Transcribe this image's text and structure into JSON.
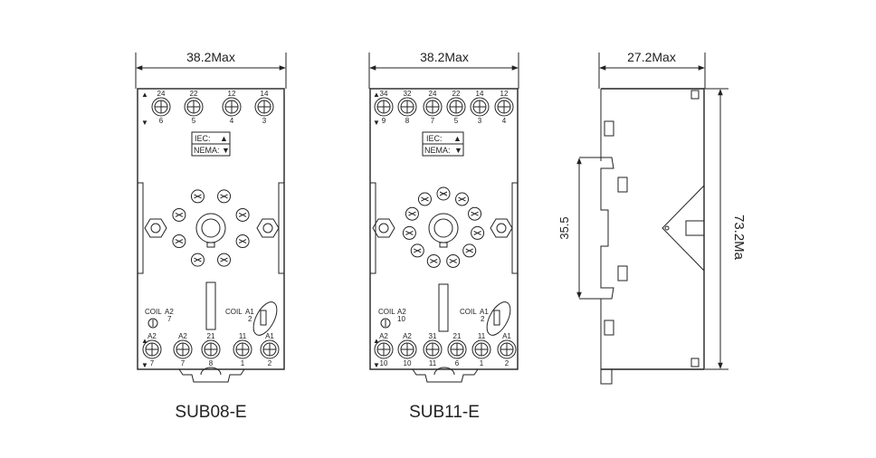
{
  "colors": {
    "ink": "#222222",
    "background": "#ffffff"
  },
  "socket_sub08": {
    "dimension": "38.2Max",
    "caption": "SUB08-E",
    "top_terminals": [
      {
        "upper": "24",
        "lower": "6"
      },
      {
        "upper": "22",
        "lower": "5"
      },
      {
        "upper": "12",
        "lower": "4"
      },
      {
        "upper": "14",
        "lower": "3"
      }
    ],
    "iec_label": "IEC:",
    "nema_label": "NEMA:",
    "coil_label_left": "COIL",
    "coil_label_right": "COIL",
    "coil_a2_terms": {
      "upper": "A2",
      "lower": "7"
    },
    "coil_a1_terms": {
      "upper": "A1",
      "lower": "2"
    },
    "bottom_terminals": [
      {
        "upper": "A2",
        "lower": "7"
      },
      {
        "upper": "A2",
        "lower": "7"
      },
      {
        "upper": "21",
        "lower": "8"
      },
      {
        "upper": "11",
        "lower": "1"
      },
      {
        "upper": "A1",
        "lower": "2"
      }
    ]
  },
  "socket_sub11": {
    "dimension": "38.2Max",
    "caption": "SUB11-E",
    "top_terminals": [
      {
        "upper": "34",
        "lower": "9"
      },
      {
        "upper": "32",
        "lower": "8"
      },
      {
        "upper": "24",
        "lower": "7"
      },
      {
        "upper": "22",
        "lower": "5"
      },
      {
        "upper": "14",
        "lower": "3"
      },
      {
        "upper": "12",
        "lower": "4"
      }
    ],
    "iec_label": "IEC:",
    "nema_label": "NEMA:",
    "coil_label_left": "COIL",
    "coil_label_right": "COIL",
    "coil_a2_terms": {
      "upper": "A2",
      "lower": "10"
    },
    "coil_a1_terms": {
      "upper": "A1",
      "lower": "2"
    },
    "bottom_terminals": [
      {
        "upper": "A2",
        "lower": "10"
      },
      {
        "upper": "A2",
        "lower": "10"
      },
      {
        "upper": "31",
        "lower": "11"
      },
      {
        "upper": "21",
        "lower": "6"
      },
      {
        "upper": "11",
        "lower": "1"
      },
      {
        "upper": "A1",
        "lower": "2"
      }
    ]
  },
  "side_view": {
    "width_dimension": "27.2Max",
    "height_dimension": "73.2Ma",
    "rail_dimension": "35.5"
  }
}
